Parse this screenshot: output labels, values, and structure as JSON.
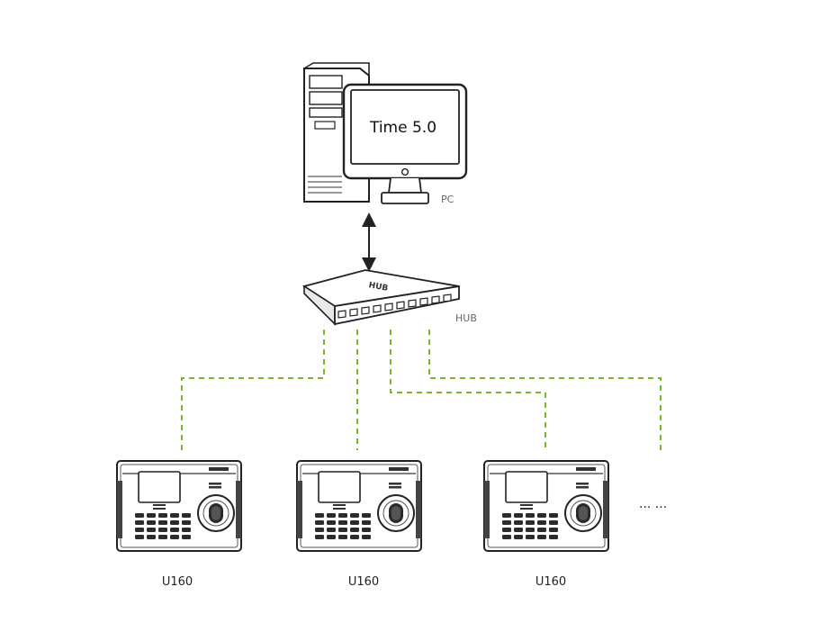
{
  "pc": {
    "screen_text": "Time 5.0",
    "label": "PC"
  },
  "hub": {
    "body_text": "HUB",
    "label": "HUB"
  },
  "devices": [
    {
      "label": "U160"
    },
    {
      "label": "U160"
    },
    {
      "label": "U160"
    }
  ],
  "more_indicator": "...  ...",
  "colors": {
    "connection_line": "#76b82a",
    "outline": "#222222"
  }
}
